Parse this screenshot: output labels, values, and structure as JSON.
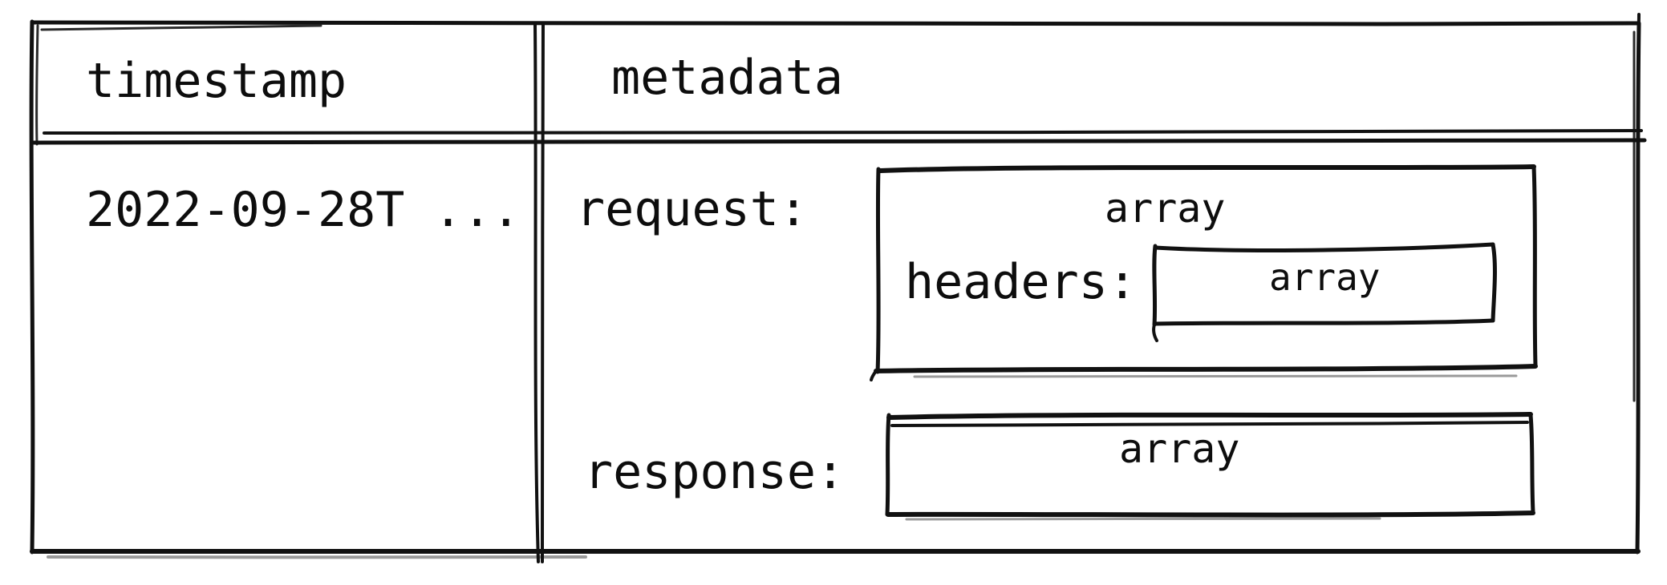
{
  "diagram": {
    "kind": "hand-drawn table schema sketch",
    "colors": {
      "ink": "#111111",
      "background": "#ffffff"
    },
    "table": {
      "columns": [
        {
          "header": "timestamp"
        },
        {
          "header": "metadata"
        }
      ],
      "row": {
        "timestamp_value": "2022-09-28T ...",
        "metadata": {
          "request": {
            "label": "request:",
            "value_type": "array",
            "headers": {
              "label": "headers:",
              "value_type": "array"
            }
          },
          "response": {
            "label": "response:",
            "value_type": "array"
          }
        }
      }
    }
  }
}
